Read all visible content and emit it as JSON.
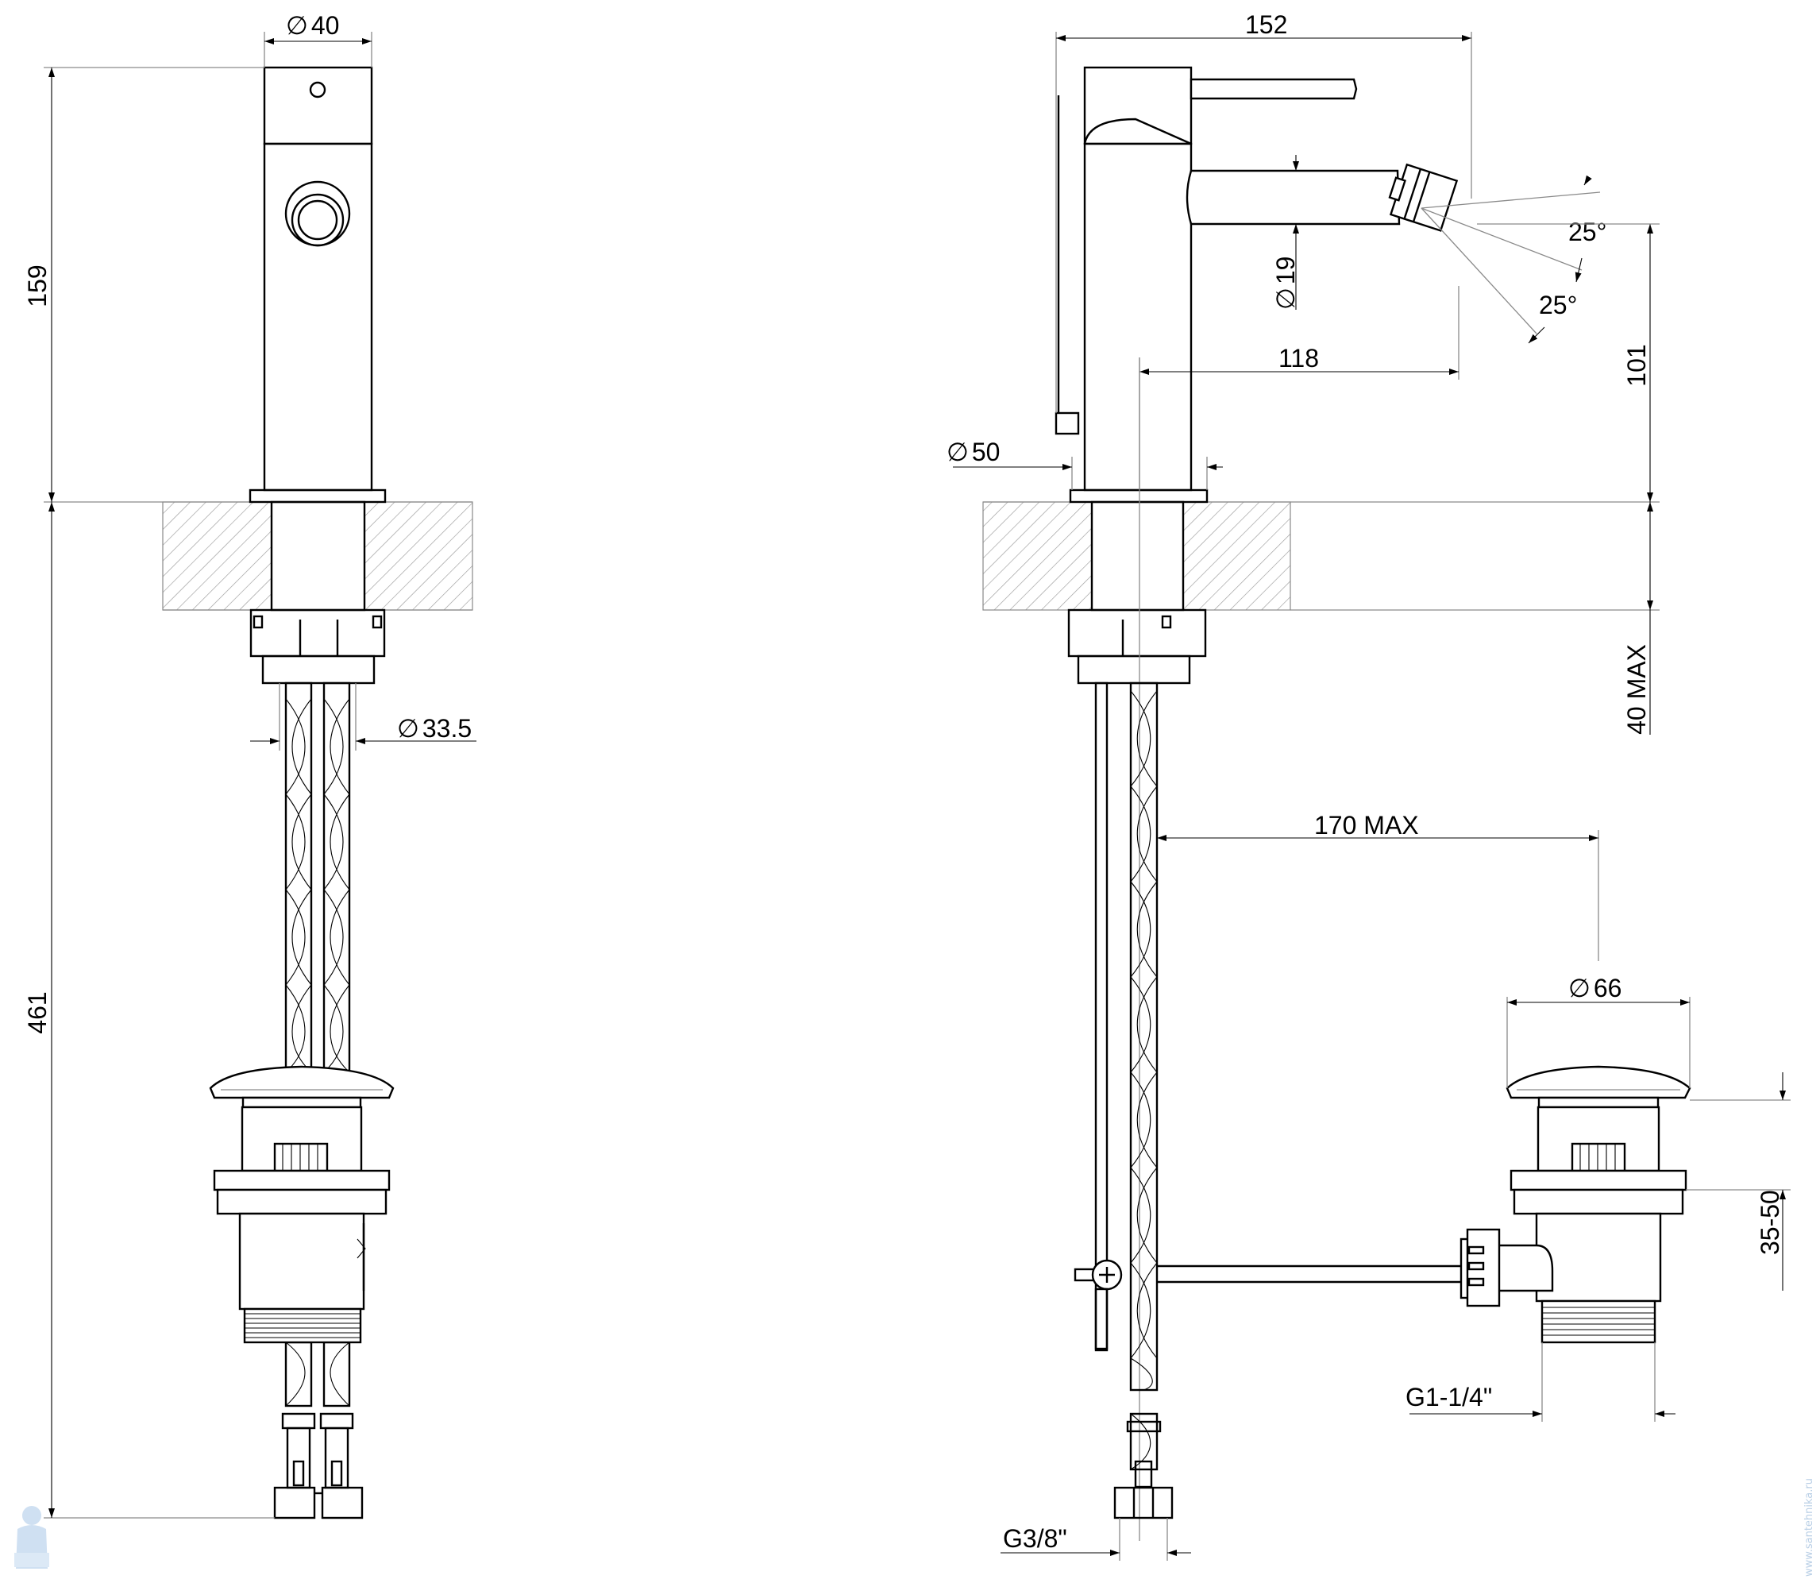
{
  "dimensions": {
    "left": {
      "body_diameter": "40",
      "body_height": "159",
      "total_below": "461",
      "shank_diameter": "33.5"
    },
    "right": {
      "width_total": "152",
      "spout_diameter": "19",
      "angle_up": "25°",
      "angle_down": "25°",
      "spout_reach": "118",
      "spout_height": "101",
      "base_diameter": "50",
      "deck_thickness": "40 MAX",
      "rod_reach": "170 MAX",
      "waste_diameter": "66",
      "waste_adjust": "35-50",
      "waste_thread": "G1-1/4\"",
      "hose_thread": "G3/8\""
    }
  },
  "diameter_symbol": "∅",
  "watermark": "www.santehnika.ru",
  "colors": {
    "line": "#000000",
    "hatch": "#9a9a9a",
    "extension": "#8a8a8a",
    "watermark": "#b9cfe6"
  }
}
